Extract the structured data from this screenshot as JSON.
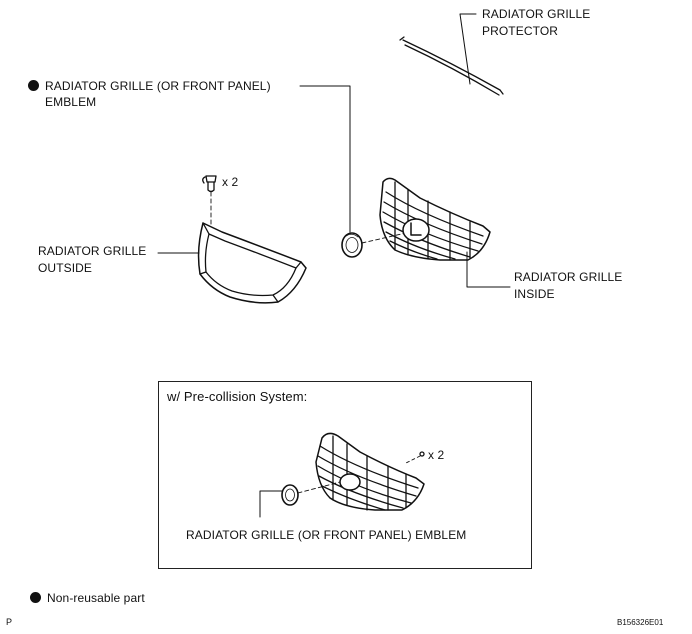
{
  "labels": {
    "protector_line1": "RADIATOR GRILLE",
    "protector_line2": "PROTECTOR",
    "emblem_line1": "RADIATOR GRILLE (OR FRONT PANEL)",
    "emblem_line2": "EMBLEM",
    "clip_qty": "x 2",
    "outside_line1": "RADIATOR GRILLE",
    "outside_line2": "OUTSIDE",
    "inside_line1": "RADIATOR GRILLE",
    "inside_line2": "INSIDE"
  },
  "inset": {
    "title": "w/ Pre-collision System:",
    "clip_qty": "x 2",
    "emblem_label": "RADIATOR GRILLE (OR FRONT PANEL) EMBLEM"
  },
  "legend": {
    "non_reusable": "Non-reusable part"
  },
  "footer": {
    "page_mark": "P",
    "figure_code": "B156326E01"
  }
}
